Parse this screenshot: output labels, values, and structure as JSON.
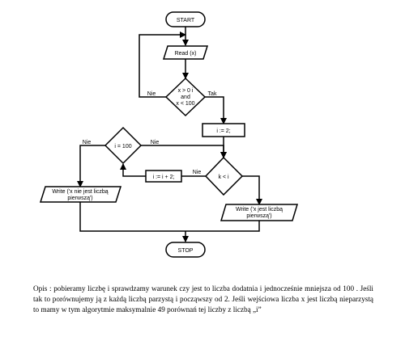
{
  "nodes": {
    "start": "START",
    "read": "Read (x)",
    "cond1": [
      "x > 0 i",
      "and",
      "x < 100"
    ],
    "init": "i := 2;",
    "cond2": "i = 100",
    "cond3": "k < i",
    "incr": "i := i + 2;",
    "write_not_prime": [
      "Write ('x nie jest liczbą",
      "pierwszą')"
    ],
    "write_prime": [
      "Write ('x jest liczbą",
      "pierwszą')"
    ],
    "stop": "STOP"
  },
  "edge_labels": {
    "cond1_no": "Nie",
    "cond1_yes": "Tak",
    "cond2_yes": "Nie",
    "cond2_no": "Nie",
    "cond3_no": "Nie"
  },
  "caption": "Opis : pobieramy liczbę i sprawdzamy warunek czy jest to liczba dodatnia i jednocześnie mniejsza od 100 . Jeśli tak to porównujemy ją z każdą liczbą parzystą i począwszy od 2. Jeśli wejściowa liczba x jest liczbą nieparzystą to mamy w tym algorytmie maksymalnie 49 porównań tej liczby z liczbą „i”"
}
